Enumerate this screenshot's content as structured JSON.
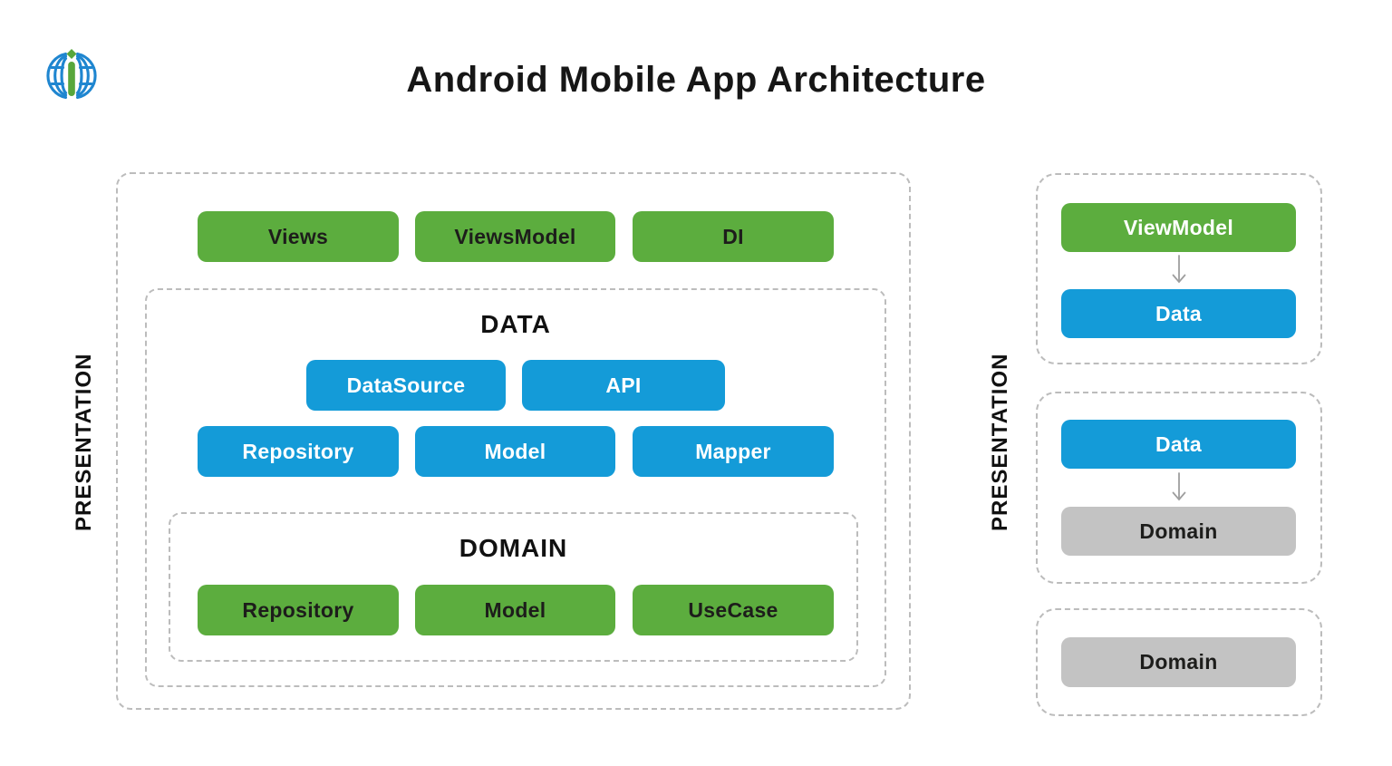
{
  "title": "Android Mobile App Architecture",
  "logo": {
    "icon": "globe-i-logo"
  },
  "colors": {
    "green": "#5CAD3E",
    "blue": "#149BD8",
    "gray": "#C3C3C3",
    "dark_text": "#1D1D1B",
    "dash_border": "#BCBCBC",
    "arrow": "#9E9E9E",
    "logo_blue": "#1F86D0",
    "logo_green": "#58A73C",
    "title_text": "#161616"
  },
  "left_panel": {
    "label": "PRESENTATION",
    "top_row": [
      "Views",
      "ViewsModel",
      "DI"
    ],
    "data_section": {
      "label": "DATA",
      "row1": [
        "DataSource",
        "API"
      ],
      "row2": [
        "Repository",
        "Model",
        "Mapper"
      ]
    },
    "domain_section": {
      "label": "DOMAIN",
      "row": [
        "Repository",
        "Model",
        "UseCase"
      ]
    }
  },
  "right_panel": {
    "label": "PRESENTATION",
    "boxes": [
      {
        "nodes": [
          {
            "label": "ViewModel",
            "color": "green"
          },
          {
            "label": "Data",
            "color": "blue"
          }
        ],
        "arrow": "down"
      },
      {
        "nodes": [
          {
            "label": "Data",
            "color": "blue"
          },
          {
            "label": "Domain",
            "color": "gray"
          }
        ],
        "arrow": "down"
      },
      {
        "nodes": [
          {
            "label": "Domain",
            "color": "gray"
          }
        ]
      }
    ]
  }
}
